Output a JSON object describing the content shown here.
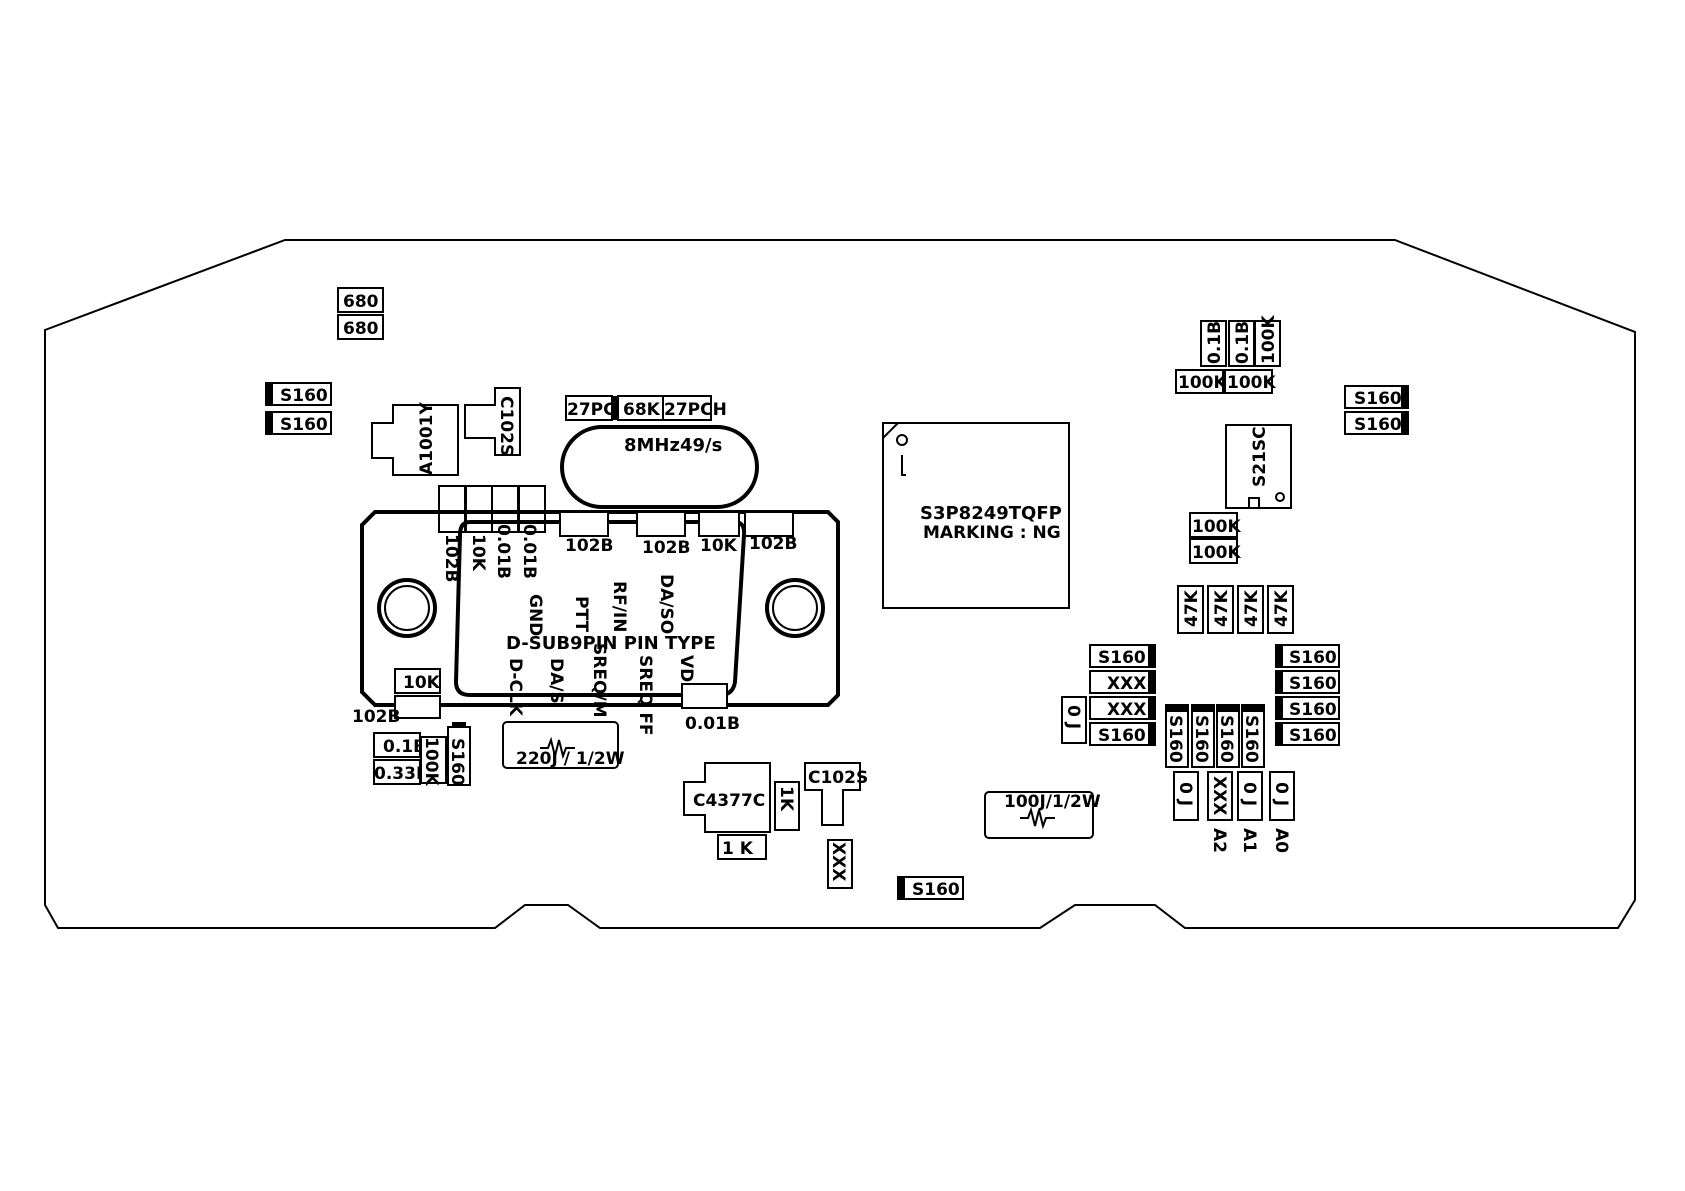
{
  "labels": {
    "r680_1": "680",
    "r680_2": "680",
    "s160_a": "S160",
    "s160_b": "S160",
    "a1001y": "A1001Y",
    "c102s_top": "C102S",
    "c27pch_1": "27PCH",
    "r68k": "68K",
    "c27pch_2": "27PCH",
    "crystal": "8MHz49/s",
    "ic_name": "S3P8249TQFP",
    "ic_marking": "MARKING : NG",
    "c01b_1": "0.1B",
    "c01b_2": "0.1B",
    "r100k_v": "100K",
    "r100k_h1": "100K",
    "r100k_h2": "100K",
    "s160_tr1": "S160",
    "s160_tr2": "S160",
    "s21sc": "S21SC",
    "r100k_m1": "100K",
    "r100k_m2": "100K",
    "r47k_1": "47K",
    "r47k_2": "47K",
    "r47k_3": "47K",
    "r47k_4": "47K",
    "v102b_1": "102B",
    "v10k": "10K",
    "v001b": "0.01B",
    "v001b_2": "0.01B",
    "h102b_1": "102B",
    "h102b_2": "102B",
    "h10k": "10K",
    "h102b_3": "102B",
    "pin_dasc": "DA/SO",
    "pin_rfin": "RF/IN",
    "pin_ptt": "PTT",
    "pin_gnd": "GND",
    "dsub": "D-SUB",
    "pin_type": "9PIN PIN TYPE",
    "pin_vdd": "VDD",
    "pin_sreq_ff": "SREQ FF",
    "pin_sreq_m": "SREQ/M",
    "pin_da_s": "DA/S",
    "pin_d_clk": "D-CLK",
    "r10k_lower": "10K",
    "c102b_lower": "102B",
    "c001b_lower": "0.01B",
    "c01b_lower": "0.1B",
    "c033b": "0.33B",
    "r100k_lower": "100K",
    "s160_lower_v": "S160",
    "res_220j": "220J / 1/2W",
    "c4377c": "C4377C",
    "r1k_v": "1K",
    "r1k_h": "1 K",
    "c102s_lower": "C102S",
    "xxx_lower": "XXX",
    "s160_bottom": "S160",
    "res_100j": "100J/1/2W",
    "s160_mid_a": "S160",
    "xxx_mid_a": "XXX",
    "xxx_mid_b": "XXX",
    "s160_mid_b": "S160",
    "r0j_left": "0 J",
    "s160_r1": "S160",
    "s160_r2": "S160",
    "s160_r3": "S160",
    "s160_r4": "S160",
    "s160_v1": "S160",
    "s160_v2": "S160",
    "s160_v3": "S160",
    "s160_v4": "S160",
    "r0j_a": "0 J",
    "xxx_a2": "XXX",
    "r0j_a1": "0 J",
    "r0j_a0": "0 J",
    "addr_a2": "A2",
    "addr_a1": "A1",
    "addr_a0": "A0"
  }
}
